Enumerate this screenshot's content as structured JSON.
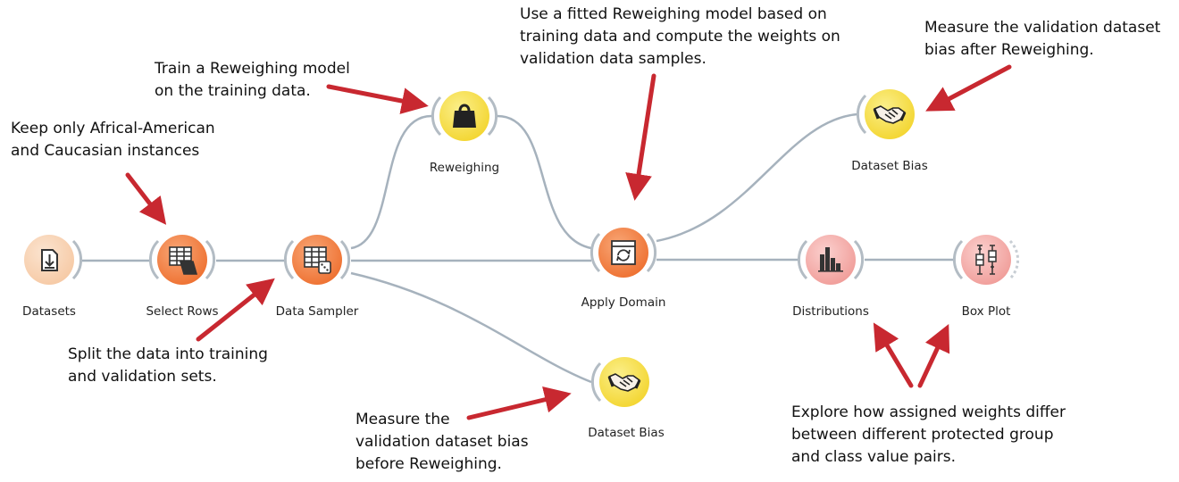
{
  "colors": {
    "orange_widget": "#f07f3f",
    "orange_light": "#f7d3b6",
    "yellow_widget": "#f5dc3c",
    "pink_widget": "#f2a8a5",
    "link": "#a6b2bd",
    "arrow": "#c82830"
  },
  "nodes": [
    {
      "id": "datasets",
      "label": "Datasets",
      "color": "orange_light",
      "icon": "download-file-icon"
    },
    {
      "id": "select_rows",
      "label": "Select Rows",
      "color": "orange_widget",
      "icon": "table-select-icon"
    },
    {
      "id": "data_sampler",
      "label": "Data Sampler",
      "color": "orange_widget",
      "icon": "table-dice-icon"
    },
    {
      "id": "reweighing",
      "label": "Reweighing",
      "color": "yellow_widget",
      "icon": "weight-icon"
    },
    {
      "id": "apply_domain",
      "label": "Apply Domain",
      "color": "orange_widget",
      "icon": "refresh-window-icon"
    },
    {
      "id": "dataset_bias_top",
      "label": "Dataset Bias",
      "color": "yellow_widget",
      "icon": "handshake-icon"
    },
    {
      "id": "dataset_bias_bottom",
      "label": "Dataset Bias",
      "color": "yellow_widget",
      "icon": "handshake-icon"
    },
    {
      "id": "distributions",
      "label": "Distributions",
      "color": "pink_widget",
      "icon": "histogram-icon"
    },
    {
      "id": "box_plot",
      "label": "Box Plot",
      "color": "pink_widget",
      "icon": "boxplot-icon"
    }
  ],
  "links": [
    {
      "from": "datasets",
      "to": "select_rows"
    },
    {
      "from": "select_rows",
      "to": "data_sampler"
    },
    {
      "from": "data_sampler",
      "to": "reweighing"
    },
    {
      "from": "reweighing",
      "to": "apply_domain"
    },
    {
      "from": "data_sampler",
      "to": "apply_domain"
    },
    {
      "from": "data_sampler",
      "to": "dataset_bias_bottom"
    },
    {
      "from": "apply_domain",
      "to": "dataset_bias_top"
    },
    {
      "from": "apply_domain",
      "to": "distributions"
    },
    {
      "from": "distributions",
      "to": "box_plot"
    }
  ],
  "annotations": [
    {
      "id": "keep_rows",
      "lines": [
        "Keep only Africal-American",
        "and Caucasian instances"
      ]
    },
    {
      "id": "train_reweighing",
      "lines": [
        "Train a Reweighing model",
        "on the training data."
      ]
    },
    {
      "id": "use_fitted",
      "lines": [
        "Use a fitted Reweighing model based on",
        "training data and compute the weights on",
        "validation data samples."
      ]
    },
    {
      "id": "measure_after",
      "lines": [
        "Measure the validation dataset",
        "bias after Reweighing."
      ]
    },
    {
      "id": "split_data",
      "lines": [
        "Split the data into training",
        "and validation sets."
      ]
    },
    {
      "id": "measure_before",
      "lines": [
        "Measure the",
        "validation dataset bias",
        "before Reweighing."
      ]
    },
    {
      "id": "explore_weights",
      "lines": [
        "Explore how assigned weights differ",
        "between different protected group",
        "and class value pairs."
      ]
    }
  ]
}
